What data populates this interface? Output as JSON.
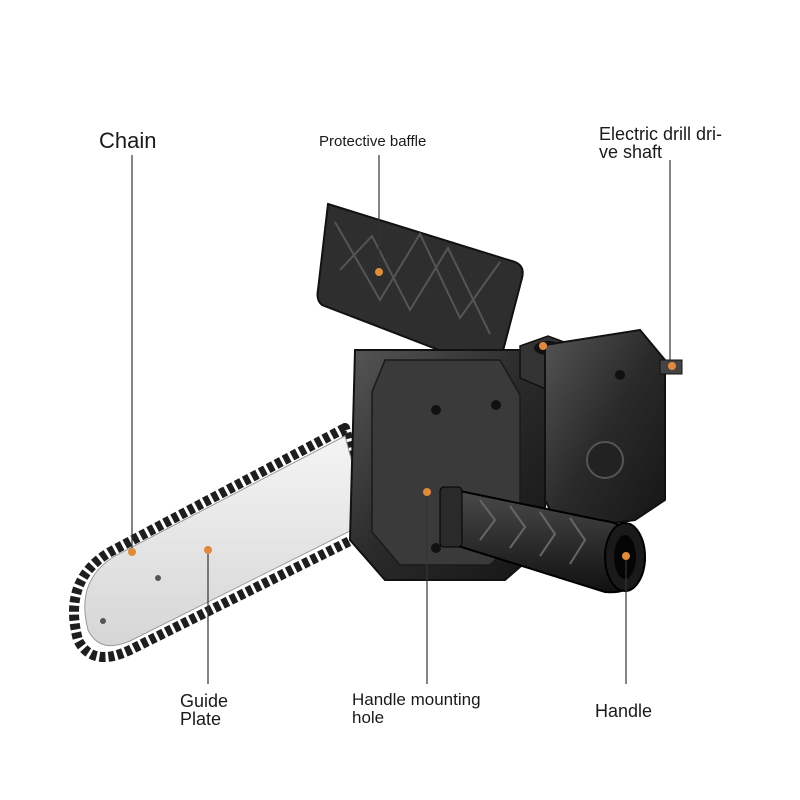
{
  "callouts": {
    "chain": {
      "text": "Chain"
    },
    "protective_baffle": {
      "text": "Protective baffle"
    },
    "drive_shaft": {
      "line1": "Electric drill dri-",
      "line2": "ve shaft"
    },
    "guide_plate": {
      "line1": "Guide",
      "line2": "Plate"
    },
    "mounting_hole": {
      "line1": "Handle mounting",
      "line2": "hole"
    },
    "handle": {
      "text": "Handle"
    }
  },
  "colors": {
    "marker": "#e08a3c",
    "leader": "#333333",
    "body": "#2a2a2a",
    "body_light": "#4a4a4a",
    "blade": "#e6e6e6"
  },
  "icons": {
    "product": "chainsaw-attachment-illustration"
  }
}
